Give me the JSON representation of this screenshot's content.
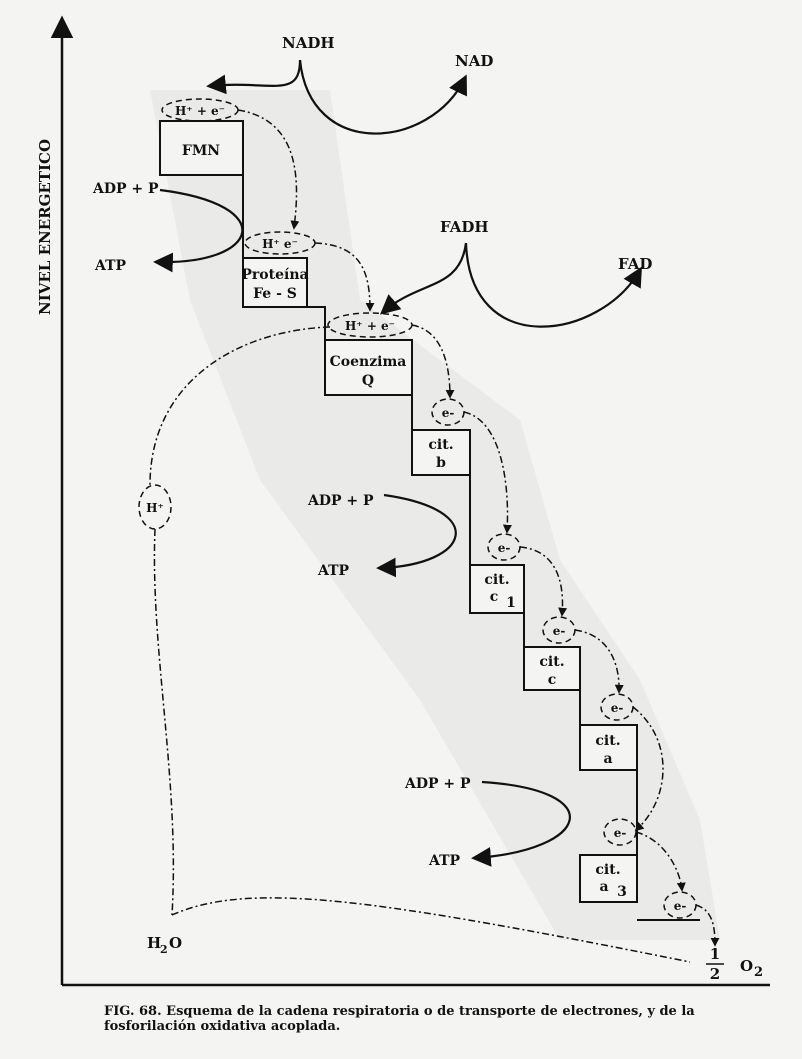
{
  "axis": {
    "ylabel": "NIVEL ENERGETICO"
  },
  "boxes": [
    {
      "id": "fmn",
      "lines": [
        "FMN"
      ]
    },
    {
      "id": "fes",
      "lines": [
        "Proteína",
        "Fe - S"
      ]
    },
    {
      "id": "q",
      "lines": [
        "Coenzima",
        "Q"
      ]
    },
    {
      "id": "b",
      "lines": [
        "cit.",
        "b"
      ]
    },
    {
      "id": "c1",
      "lines": [
        "cit.",
        "c",
        "1"
      ]
    },
    {
      "id": "c",
      "lines": [
        "cit.",
        "c"
      ]
    },
    {
      "id": "a",
      "lines": [
        "cit.",
        "a"
      ]
    },
    {
      "id": "a3",
      "lines": [
        "cit.",
        "a",
        "3"
      ]
    }
  ],
  "carriers": {
    "h_e_1": "H⁺ + e⁻",
    "h_e_2": "H⁺ e⁻",
    "h_e_3": "H⁺ + e⁻",
    "e": "e-",
    "h_left": "H⁺"
  },
  "substrates": {
    "nadh": "NADH",
    "nad": "NAD",
    "fadh": "FADH",
    "fad": "FAD",
    "adp": "ADP + P",
    "atp": "ATP",
    "h2o": "H",
    "h2o_sub": "2",
    "h2o_o": "O",
    "o2_num": "1",
    "o2_den": "2",
    "o2": "O",
    "o2_sub": "2"
  },
  "caption": {
    "label": "FIG. 68.",
    "text": "Esquema de la cadena respiratoria o de transporte de electrones, y de la fosforilación oxidativa acoplada."
  }
}
